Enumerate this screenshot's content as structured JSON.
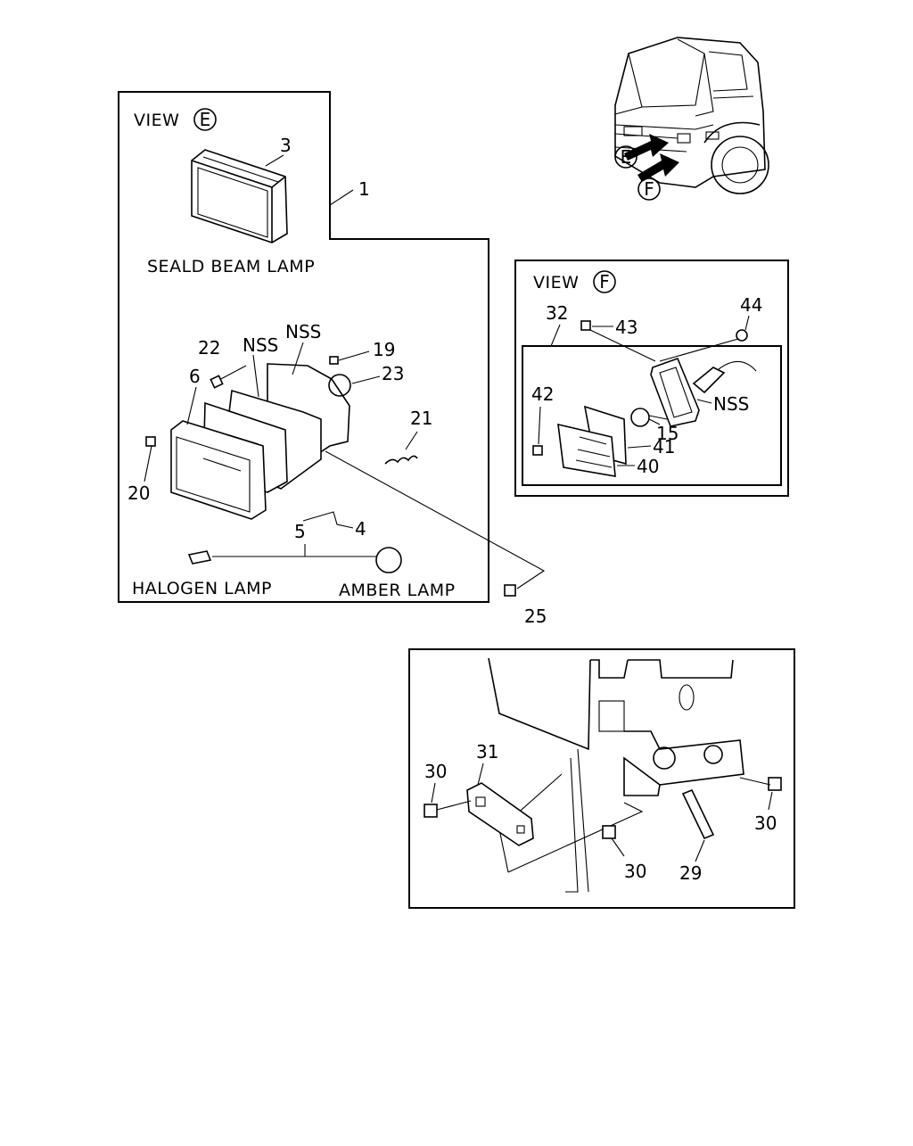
{
  "view_e": {
    "title_prefix": "VIEW",
    "title_circle": "E",
    "sealed_caption": "SEALD BEAM LAMP",
    "halogen_caption": "HALOGEN LAMP",
    "amber_caption": "AMBER LAMP"
  },
  "view_f": {
    "title_prefix": "VIEW",
    "title_circle": "F"
  },
  "truck": {
    "marker_e": "E",
    "marker_f": "F"
  },
  "labels": {
    "p1": "1",
    "p3": "3",
    "p4": "4",
    "p5": "5",
    "p6": "6",
    "p15": "15",
    "p19": "19",
    "p20": "20",
    "p21": "21",
    "p22": "22",
    "p23": "23",
    "p25": "25",
    "p29": "29",
    "p30a": "30",
    "p30b": "30",
    "p30c": "30",
    "p31": "31",
    "p32": "32",
    "p40": "40",
    "p41": "41",
    "p42": "42",
    "p43": "43",
    "p44": "44",
    "nss1": "NSS",
    "nss2": "NSS",
    "nss3": "NSS"
  }
}
